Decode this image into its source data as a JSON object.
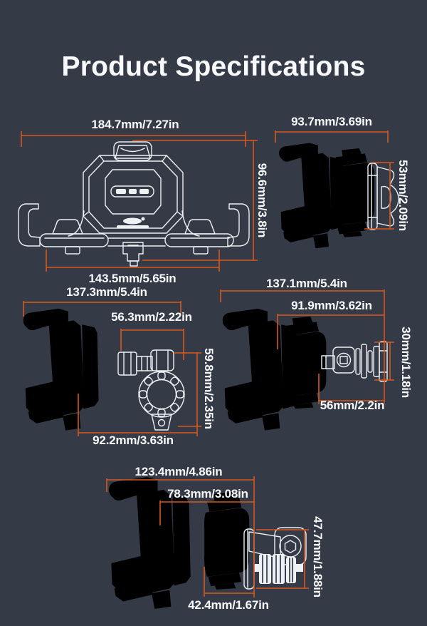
{
  "title": "Product Specifications",
  "colors": {
    "bg": "#353b46",
    "accent": "#d6571e",
    "line": "#eef1f4",
    "text": "#f7f9fb"
  },
  "figures": [
    {
      "name": "mount-front-view",
      "dims": {
        "width_top": "184.7mm/7.27in",
        "height_right": "96.6mm/3.8in",
        "width_bottom": "143.5mm/5.65in"
      }
    },
    {
      "name": "mount-side-view",
      "dims": {
        "width_top": "93.7mm/3.69in",
        "height_right": "53mm/2.09in"
      }
    },
    {
      "name": "handlebar-clamp-version",
      "dims": {
        "width_top": "137.3mm/5.4in",
        "depth_top": "56.3mm/2.22in",
        "height_right": "59.8mm/2.35in",
        "width_bottom": "92.2mm/3.63in"
      }
    },
    {
      "name": "stem-mount-version",
      "dims": {
        "width_top": "137.1mm/5.4in",
        "depth_top": "91.9mm/3.62in",
        "height_right": "30mm/1.18in",
        "width_bottom": "56mm/2.2in"
      }
    },
    {
      "name": "mirror-mount-version",
      "dims": {
        "width_top": "123.4mm/4.86in",
        "depth_top": "78.3mm/3.08in",
        "height_right": "47.7mm/1.88in",
        "width_bottom": "42.4mm/1.67in"
      }
    }
  ]
}
